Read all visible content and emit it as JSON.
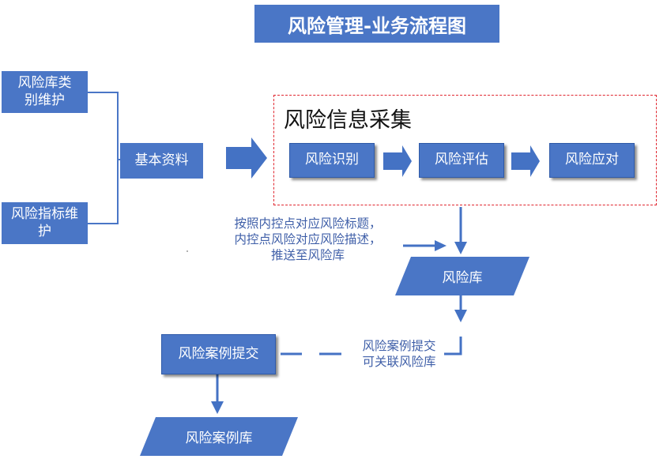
{
  "title": "风险管理-业务流程图",
  "nodes": {
    "category_maint": "风险库类别维护",
    "indicator_maint": "风险指标维护",
    "basic_data": "基本资料",
    "group_title": "风险信息采集",
    "identify": "风险识别",
    "assess": "风险评估",
    "respond": "风险应对",
    "risk_library": "风险库",
    "case_submit": "风险案例提交",
    "case_library": "风险案例库"
  },
  "notes": {
    "push_line1": "按照内控点对应风险标题，",
    "push_line2": "内控点风险对应风险描述，",
    "push_line3": "推送至风险库",
    "link_line1": "风险案例提交",
    "link_line2": "可关联风险库"
  },
  "colors": {
    "box_fill": "#4a76c6",
    "arrow": "#4472c4",
    "dashed_border": "#e0262f",
    "note_text": "#3f5fa8"
  }
}
